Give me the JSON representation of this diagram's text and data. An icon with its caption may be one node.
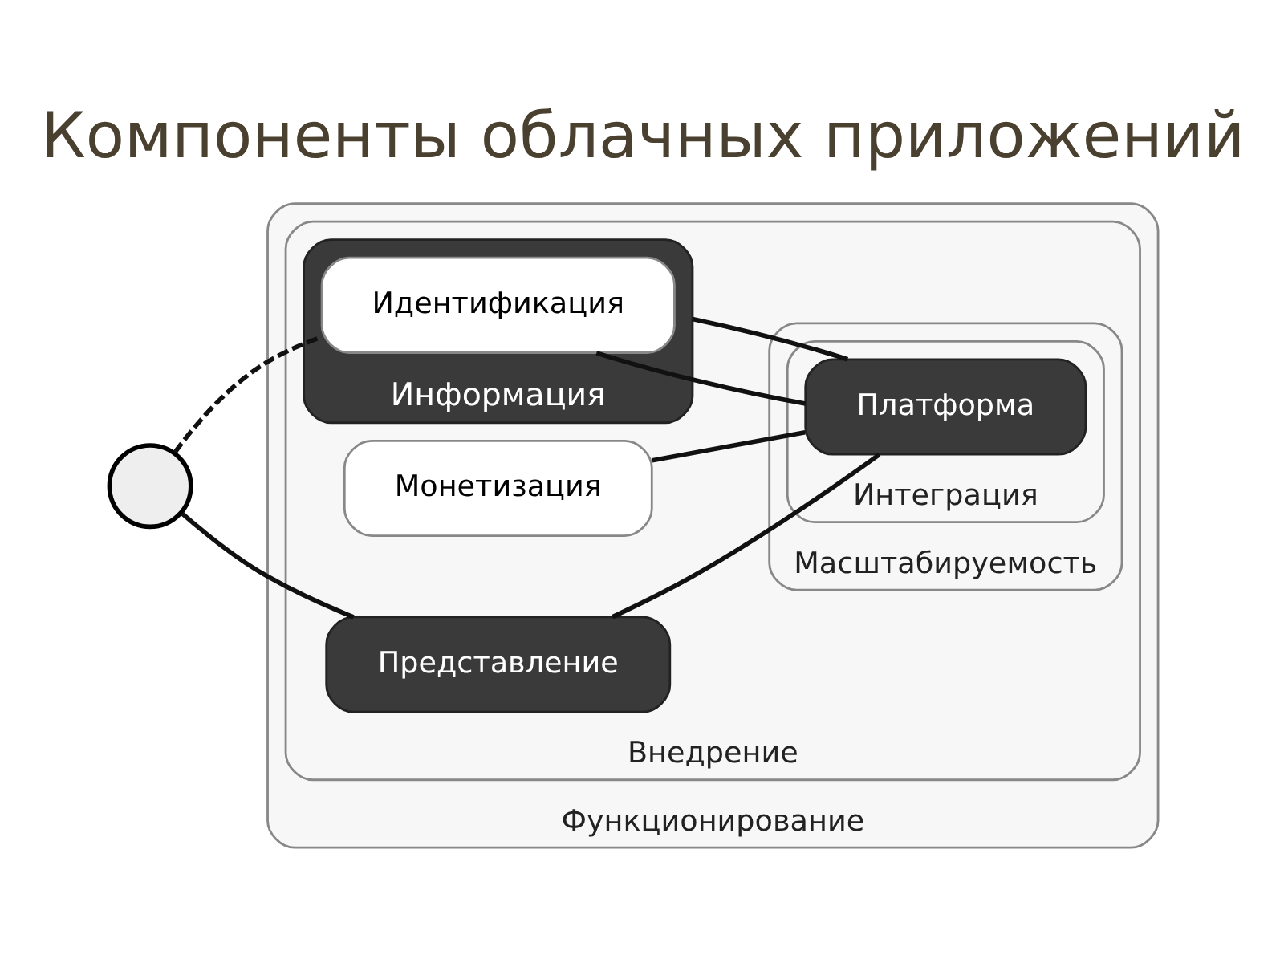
{
  "diagram": {
    "title": "Компоненты облачных приложений",
    "nodes": [
      {
        "text": [
          "Функционирование"
        ]
      },
      {
        "text": [
          "Внедрение"
        ],
        "in": 0
      },
      {
        "text": [
          "Информация"
        ],
        "in": 1
      },
      {
        "text": [
          "Идентификация"
        ],
        "in": 2
      },
      {
        "text": [
          "Монетизация"
        ],
        "in": 1
      },
      {
        "text": [
          "Масштабируемость"
        ],
        "in": 1
      },
      {
        "text": [
          "Интеграция"
        ],
        "in": 5
      },
      {
        "text": [
          "Платформа"
        ],
        "in": 6
      },
      {
        "text": [
          "Представление"
        ],
        "in": 1
      },
      {
        "text": [],
        "shape": "person"
      }
    ],
    "edges": [
      {
        "from": 9,
        "to": 3,
        "arrow": "none",
        "style": "dashed"
      },
      {
        "from": 9,
        "to": 8,
        "arrow": "none"
      },
      {
        "from": 8,
        "to": 7,
        "arrow": "none"
      },
      {
        "from": 3,
        "to": 7,
        "arrow": "none"
      },
      {
        "from": 2,
        "to": 7,
        "arrow": "none"
      },
      {
        "from": 4,
        "to": 7,
        "arrow": "none"
      }
    ]
  }
}
